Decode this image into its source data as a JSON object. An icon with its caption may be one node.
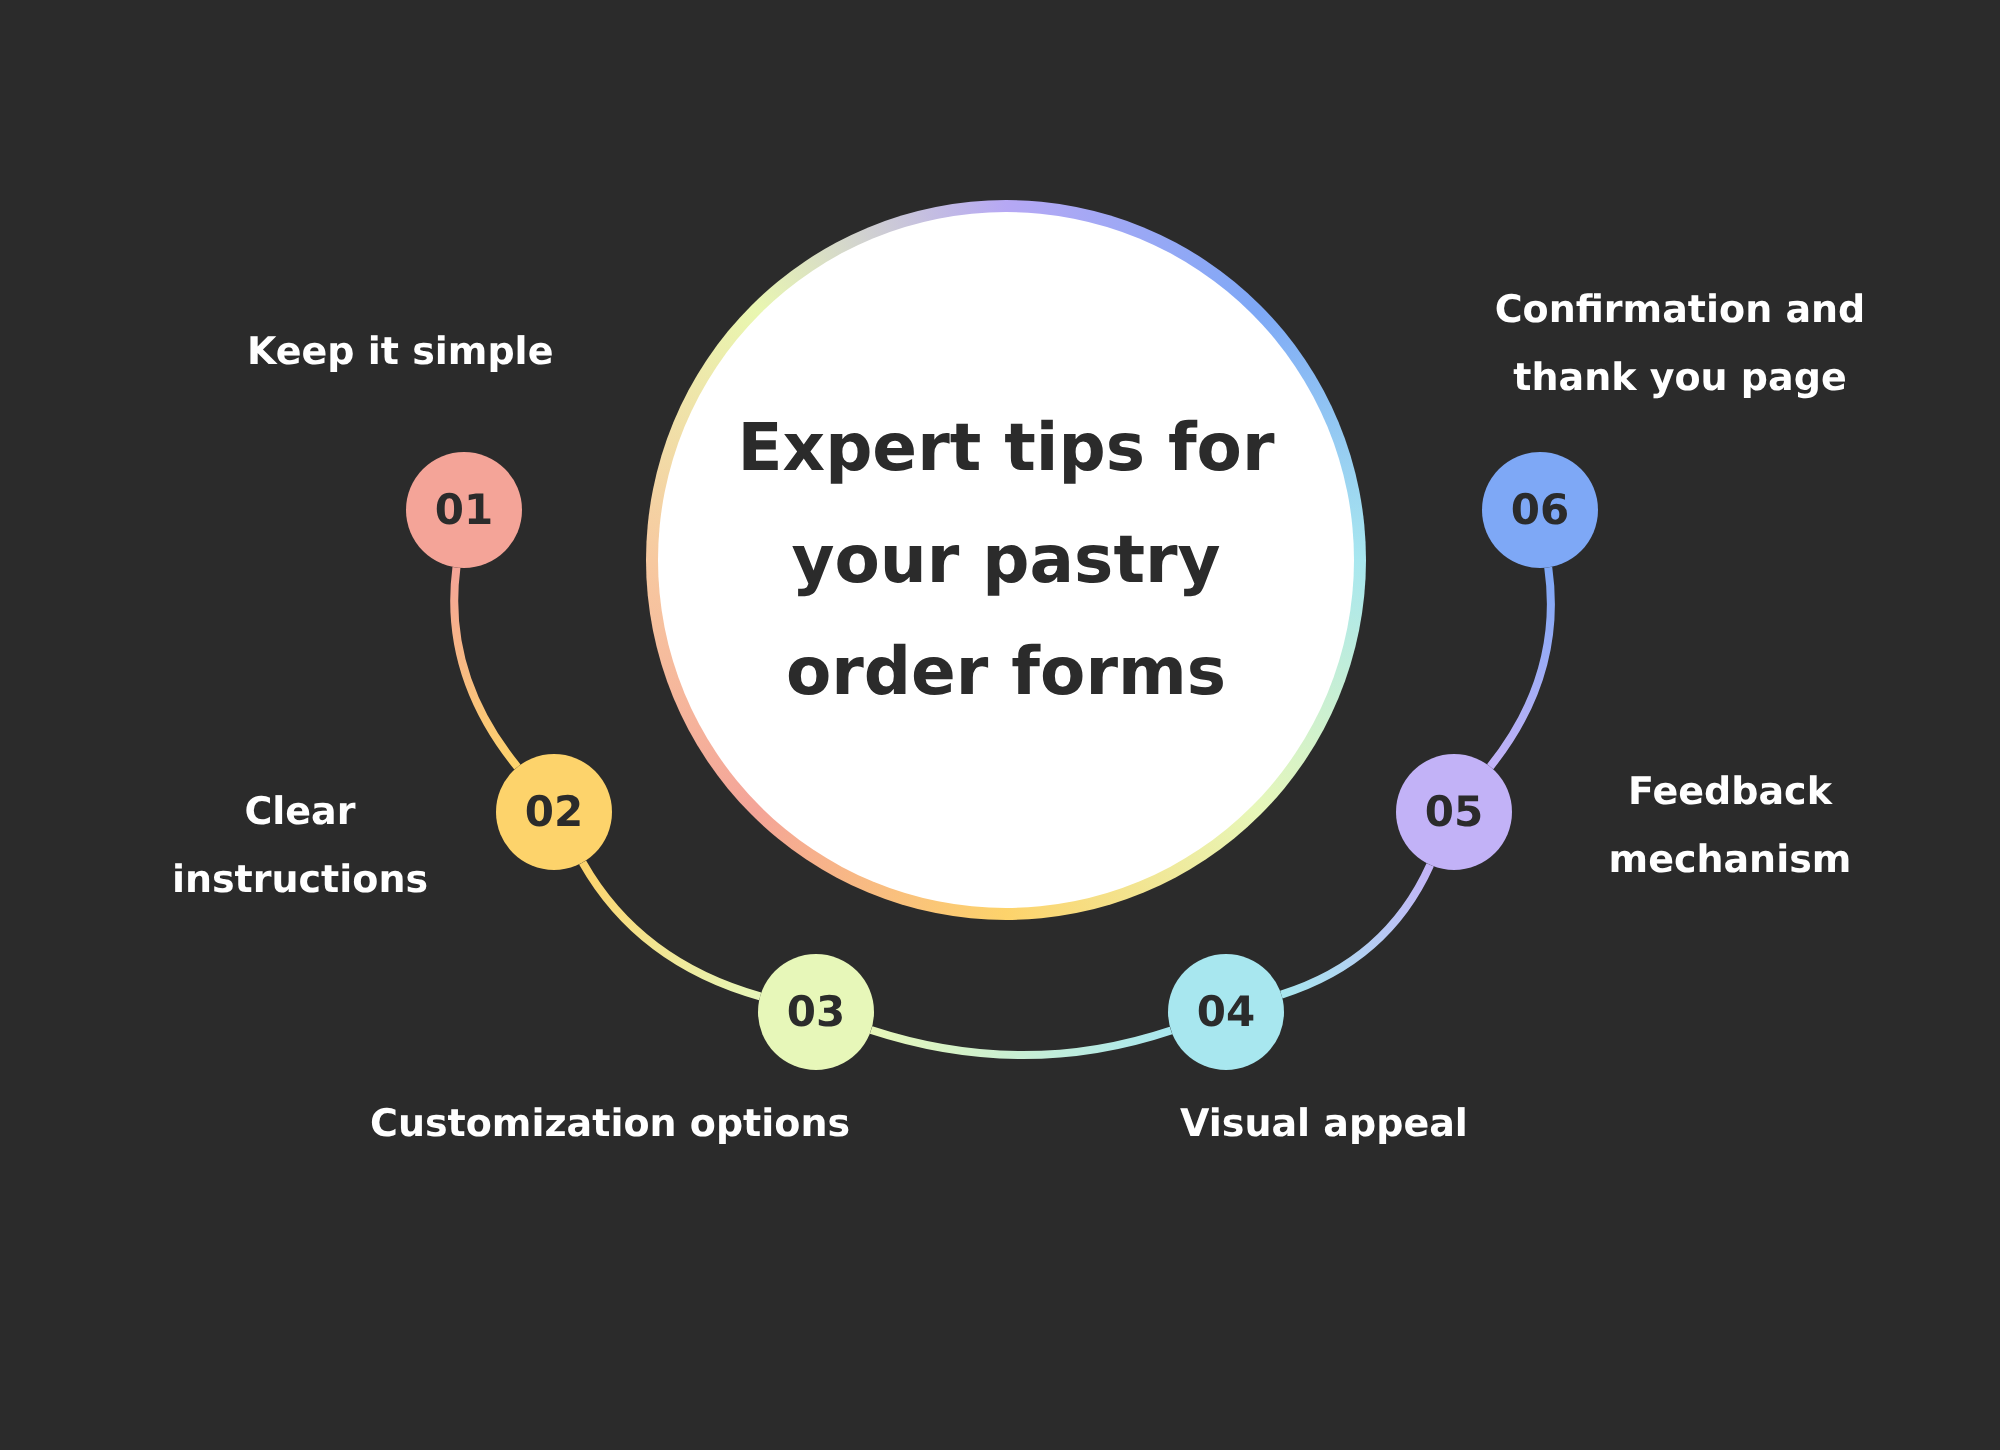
{
  "diagram": {
    "nodes": [
      {
        "text": [
          "Expert tips for your pastry order forms"
        ]
      },
      {
        "text": [
          "01"
        ],
        "beside": [
          "Keep it simple"
        ]
      },
      {
        "text": [
          "02"
        ],
        "beside": [
          "Clear instructions"
        ]
      },
      {
        "text": [
          "03"
        ],
        "beside": [
          "Customization options"
        ]
      },
      {
        "text": [
          "04"
        ],
        "beside": [
          "Visual appeal"
        ]
      },
      {
        "text": [
          "05"
        ],
        "beside": [
          "Feedback mechanism"
        ]
      },
      {
        "text": [
          "06"
        ],
        "beside": [
          "Confirmation and thank you page"
        ]
      }
    ],
    "edges": [
      {
        "from": 1,
        "to": 2,
        "arrow": "none"
      },
      {
        "from": 2,
        "to": 3,
        "arrow": "none"
      },
      {
        "from": 3,
        "to": 4,
        "arrow": "none"
      },
      {
        "from": 4,
        "to": 5,
        "arrow": "none"
      },
      {
        "from": 5,
        "to": 6,
        "arrow": "none"
      }
    ]
  }
}
